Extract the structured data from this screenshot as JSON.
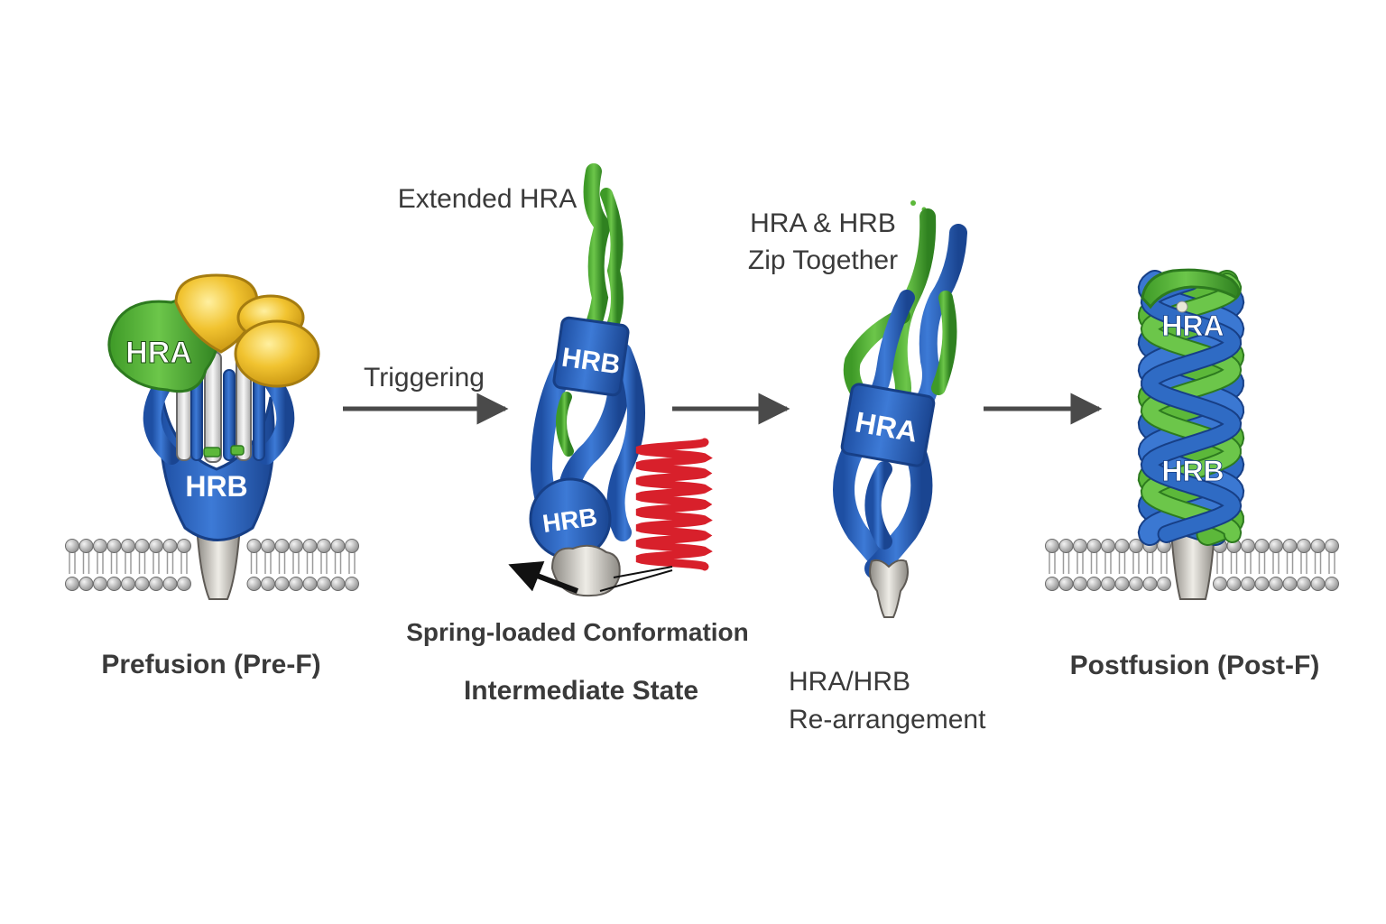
{
  "colors": {
    "blue": "#2f6bc4",
    "blue_dark": "#173f86",
    "green": "#5cb83a",
    "green_dark": "#2d7a1f",
    "yellow": "#f1c330",
    "yellow_dark": "#b58a10",
    "red": "#d8202b",
    "gray": "#bdbdbd",
    "arrow": "#4a4a4a",
    "text": "#3a3a3a"
  },
  "stages": {
    "prefusion": {
      "caption": "Prefusion (Pre-F)",
      "hra_tag": "HRA",
      "hrb_tag": "HRB"
    },
    "intermediate": {
      "top_label": "Extended HRA",
      "hrb_tag_upper": "HRB",
      "hrb_tag_lower": "HRB",
      "spring_caption": "Spring-loaded Conformation",
      "caption": "Intermediate State"
    },
    "rearrangement": {
      "top_label_line1": "HRA & HRB",
      "top_label_line2": "Zip Together",
      "hra_tag": "HRA",
      "caption_line1": "HRA/HRB",
      "caption_line2": "Re-arrangement"
    },
    "postfusion": {
      "hra_tag": "HRA",
      "hrb_tag": "HRB",
      "caption": "Postfusion (Post-F)"
    }
  },
  "arrows": {
    "first_label": "Triggering"
  }
}
